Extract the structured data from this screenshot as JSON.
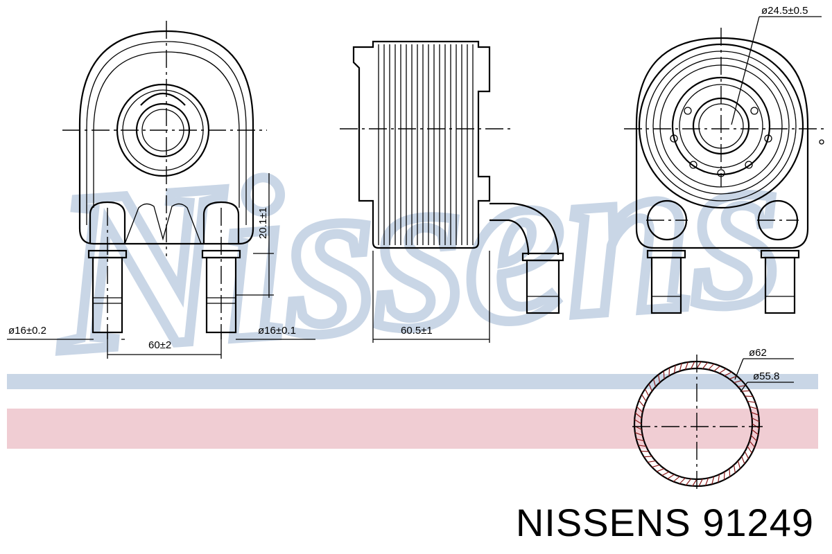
{
  "watermark": {
    "text": "Nissens",
    "color": "#c9d6e6"
  },
  "bands": {
    "blue": "#c9d6e6",
    "pink": "#f0cdd3"
  },
  "dimensions": {
    "d16_left": "ø16±0.2",
    "d16_right": "ø16±0.1",
    "spacing_60": "60±2",
    "height_20": "20.1±1",
    "depth_60_5": "60.5±1",
    "d24_5": "ø24.5±0.5",
    "d62": "ø62",
    "d55_8": "ø55.8"
  },
  "caption": {
    "brand": "NISSENS",
    "part_number": "91249"
  }
}
